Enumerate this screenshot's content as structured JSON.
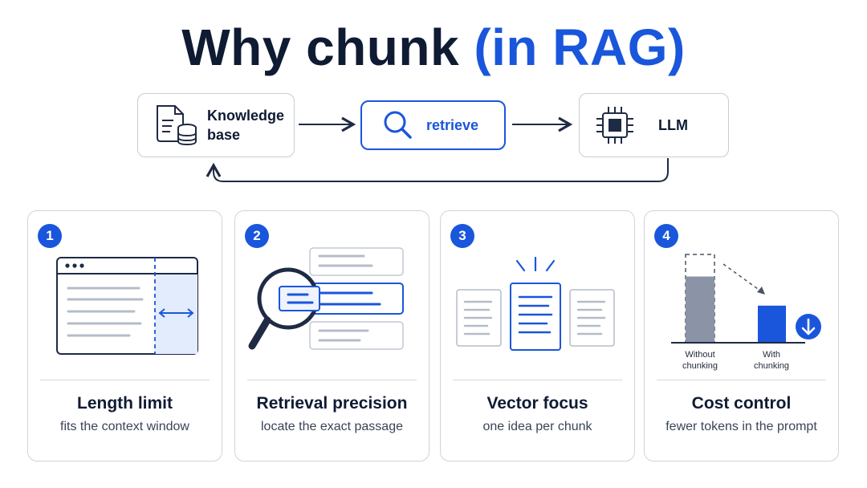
{
  "title": {
    "main": "Why chunk",
    "accent": "(in RAG)"
  },
  "flow": {
    "knowledge_base": {
      "line1": "Knowledge",
      "line2": "base",
      "icon": "document-database-icon"
    },
    "retrieve": {
      "label": "retrieve",
      "icon": "search-icon"
    },
    "llm": {
      "label": "LLM",
      "icon": "chip-icon"
    }
  },
  "cards": [
    {
      "number": "1",
      "title": "Length limit",
      "subtitle": "fits the context window"
    },
    {
      "number": "2",
      "title": "Retrieval precision",
      "subtitle": "locate the exact passage"
    },
    {
      "number": "3",
      "title": "Vector focus",
      "subtitle": "one idea per chunk"
    },
    {
      "number": "4",
      "title": "Cost control",
      "subtitle": "fewer tokens in the prompt",
      "bars": [
        {
          "line1": "Without",
          "line2": "chunking",
          "level": 0.75
        },
        {
          "line1": "With",
          "line2": "chunking",
          "level": 0.42
        }
      ]
    }
  ],
  "colors": {
    "accent": "#1a56db",
    "ink": "#0f1b33",
    "muted": "#8a94a6",
    "border": "#c8ccd3",
    "highlight": "#e3ecfd"
  }
}
